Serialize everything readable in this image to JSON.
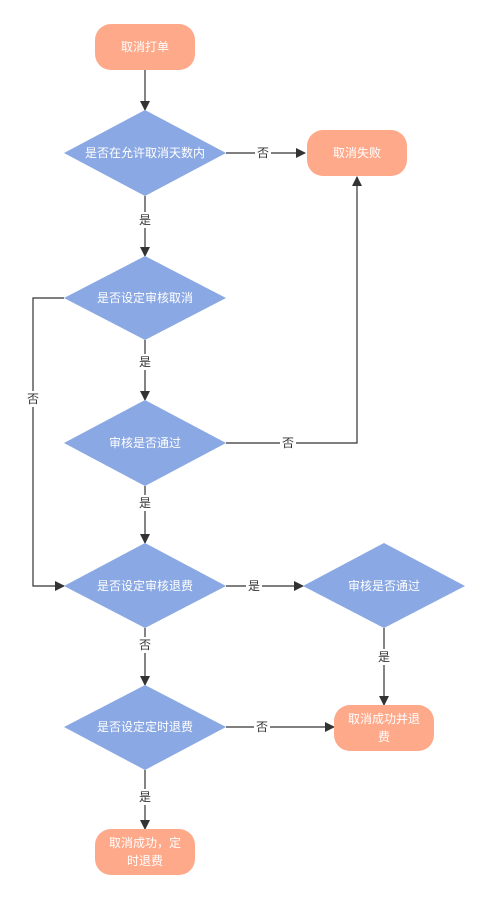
{
  "colors": {
    "terminal": "#ffa98b",
    "decision": "#8aa8e3",
    "node_text": "#ffffff",
    "edge": "#333333",
    "label": "#333333"
  },
  "nodes": {
    "cancel_order": "取消打单",
    "within_days": "是否在允许取消天数内",
    "cancel_fail": "取消失败",
    "review_cancel": "是否设定审核取消",
    "review_pass_1": "审核是否通过",
    "review_refund": "是否设定审核退费",
    "review_pass_2": "审核是否通过",
    "timed_refund": "是否设定定时退费",
    "cancel_success_refund": [
      "取消成功并退",
      "费"
    ],
    "cancel_success_timed": [
      "取消成功，定",
      "时退费"
    ]
  },
  "edge_labels": {
    "yes": "是",
    "no": "否"
  }
}
